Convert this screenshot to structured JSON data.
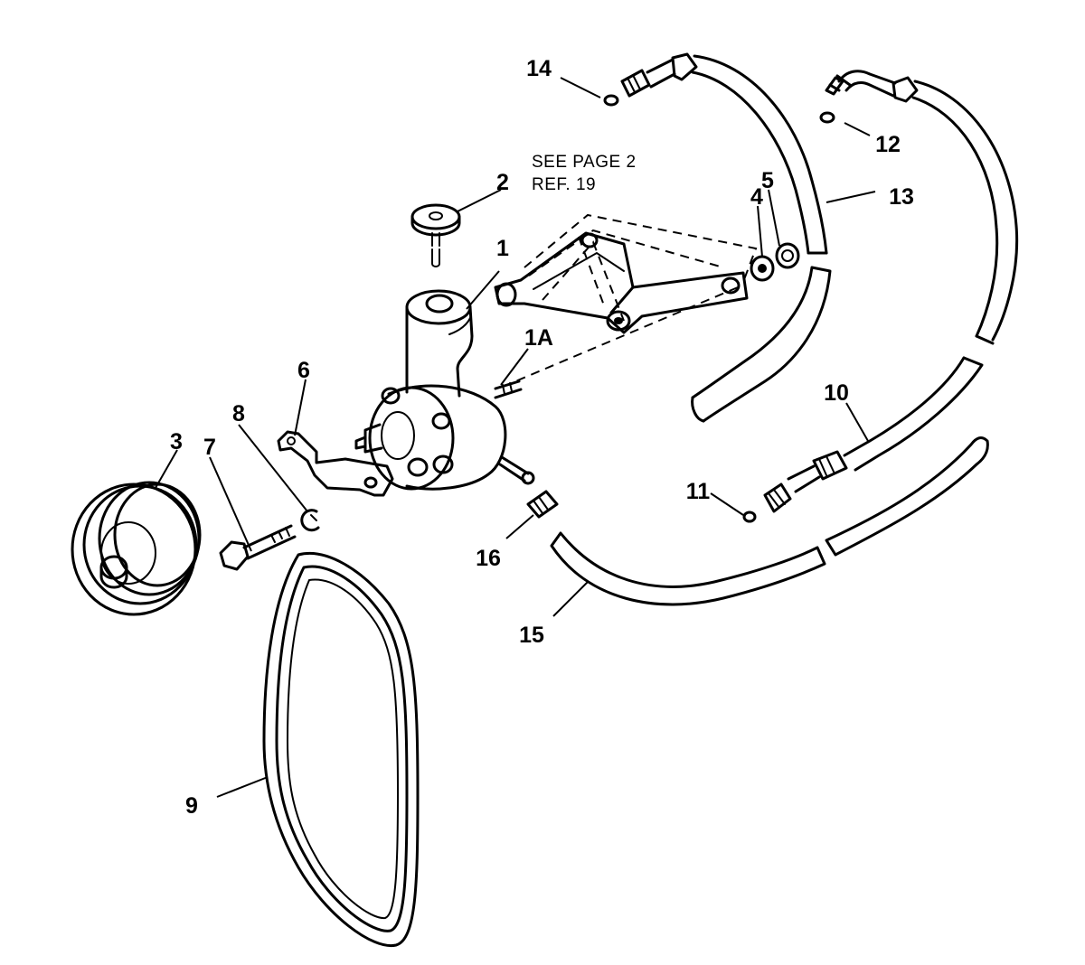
{
  "note": {
    "line1": "SEE PAGE 2",
    "line2": "REF. 19"
  },
  "callouts": [
    {
      "id": "1",
      "label": "1"
    },
    {
      "id": "1a",
      "label": "1A"
    },
    {
      "id": "2",
      "label": "2"
    },
    {
      "id": "3",
      "label": "3"
    },
    {
      "id": "4",
      "label": "4"
    },
    {
      "id": "5",
      "label": "5"
    },
    {
      "id": "6",
      "label": "6"
    },
    {
      "id": "7",
      "label": "7"
    },
    {
      "id": "8",
      "label": "8"
    },
    {
      "id": "9",
      "label": "9"
    },
    {
      "id": "10",
      "label": "10"
    },
    {
      "id": "11",
      "label": "11"
    },
    {
      "id": "12",
      "label": "12"
    },
    {
      "id": "13",
      "label": "13"
    },
    {
      "id": "14",
      "label": "14"
    },
    {
      "id": "15",
      "label": "15"
    },
    {
      "id": "16",
      "label": "16"
    }
  ]
}
